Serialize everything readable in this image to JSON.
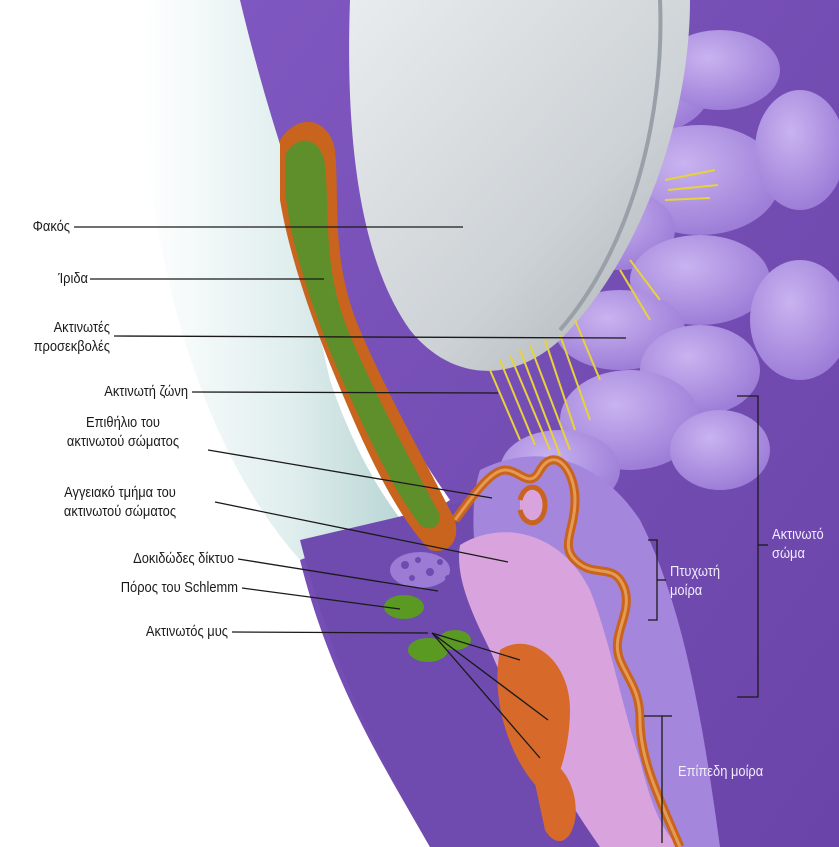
{
  "labels": {
    "lens": "Φακός",
    "iris": "Ίριδα",
    "ciliary_processes": [
      "Ακτινωτές",
      "προσεκβολές"
    ],
    "zonule": "Ακτινωτή ζώνη",
    "ciliary_epithelium": [
      "Επιθήλιο του",
      "ακτινωτού σώματος"
    ],
    "vascular_part": [
      "Αγγειακό τμήμα του",
      "ακτινωτού σώματος"
    ],
    "trabecular_meshwork": "Δοκιδώδες δίκτυο",
    "schlemm_canal": "Πόρος του Schlemm",
    "ciliary_muscle": "Ακτινωτός μυς",
    "pars_plicata": [
      "Πτυχωτή",
      "μοίρα"
    ],
    "ciliary_body": [
      "Ακτινωτό",
      "σώμα"
    ],
    "pars_plana": "Επίπεδη μοίρα"
  },
  "colors": {
    "sclera": "#e4eff0",
    "cornea": "#bcd9d8",
    "uvea": "#8a63c8",
    "ciliary_body": "#b79be6",
    "vascular": "#d9a4dd",
    "epithelium_border": "#c8641e",
    "iris": "#5f8f2a",
    "lens": "#cfd3d6",
    "zonule_fibers": "#e8d23c",
    "muscle": "#d76a2a",
    "schlemm": "#5a9a22",
    "leader_line": "#1a1a1a"
  }
}
